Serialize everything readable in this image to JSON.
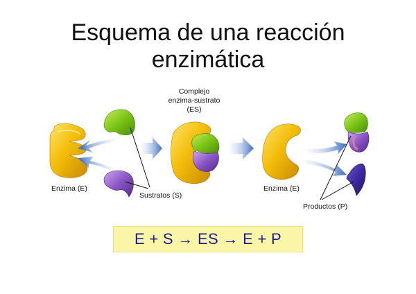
{
  "title": {
    "line1": "Esquema de una reacción",
    "line2": "enzimática"
  },
  "labels": {
    "complex_line1": "Complejo",
    "complex_line2": "enzima-sustrato",
    "complex_line3": "(ES)",
    "enzyme_left": "Enzima (E)",
    "substrates": "Sustratos (S)",
    "enzyme_right": "Enzima (E)",
    "products": "Productos (P)"
  },
  "equation": "E + S → ES → E + P",
  "colors": {
    "enzyme": "#f0b800",
    "substrate_green": "#7cc417",
    "substrate_purple": "#8a4fc0",
    "arrow": "#4d7fc6",
    "equation_bg": "#fbf6a5",
    "equation_text": "#1a1a9a"
  }
}
